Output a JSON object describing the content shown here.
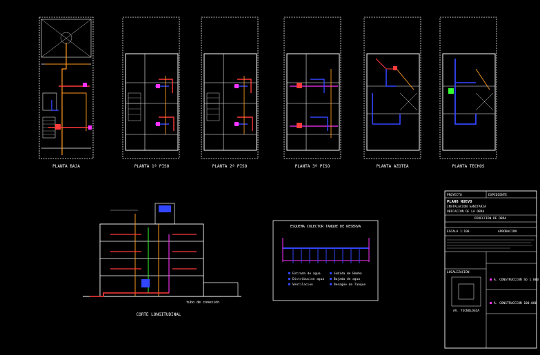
{
  "drawing": {
    "plans": [
      {
        "label": "PLANTA BAJA"
      },
      {
        "label": "PLANTA 1º PISO"
      },
      {
        "label": "PLANTA 2º PISO"
      },
      {
        "label": "PLANTA 3º PISO"
      },
      {
        "label": "PLANTA AZOTEA"
      },
      {
        "label": "PLANTA TECHOS"
      }
    ],
    "section_label": "CORTE LONGITUDINAL",
    "section_note": "tubo de conexión",
    "isometric_title": "ESQUEMA COLECTOR TANQUE DE RESERVA",
    "isometric_legend": [
      "Entrada de agua",
      "Distribucion agua",
      "Ventilacion",
      "Subida de Bomba",
      "Bajada de agua",
      "Desagüe de Tanque"
    ]
  },
  "titleblock": {
    "top_left": "PROYECTO",
    "top_right": "EXPEDIENTE",
    "plan_title": "PLANO NUEVO",
    "subtitle": "INSTALACION SANITARIA",
    "address_line": "UBICACION DE LA OBRA",
    "section_heading": "DIRECCION DE OBRA",
    "scale_label": "ESCALA 1:100",
    "approval_label": "APROBACION",
    "location_label": "LOCALIZACION",
    "signature_1": "A. CONSTRUCCION SO 1.000",
    "signature_2": "A. CONSTRUCCION 100.000",
    "site_label": "AV. TECNOLOGIA"
  },
  "colors": {
    "background": "#000000",
    "walls": "#ffffff",
    "hot_water": "#ff3b3b",
    "cold_water": "#3346ff",
    "supply": "#ff9a1f",
    "fixture": "#ff33ff",
    "vent": "#33ff33"
  }
}
